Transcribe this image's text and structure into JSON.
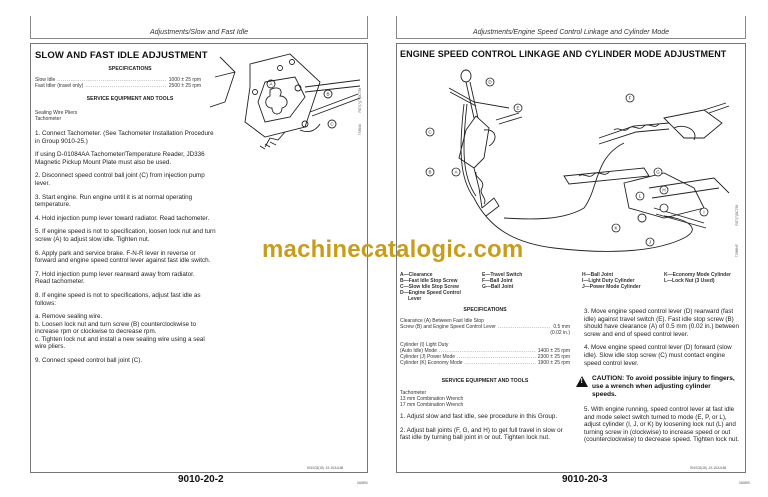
{
  "watermark": "machinecatalogic.com",
  "left_page": {
    "header": "Adjustments/Slow and Fast Idle",
    "title": "SLOW AND FAST IDLE ADJUSTMENT",
    "specifications_heading": "SPECIFICATIONS",
    "specifications": [
      {
        "label": "Slow Idle",
        "value": "1000 ± 25 rpm"
      },
      {
        "label": "Fast Idler (travel only)",
        "value": "2500 ± 25 rpm"
      }
    ],
    "tools_heading": "SERVICE EQUIPMENT AND TOOLS",
    "tools": [
      "Sealing Wire Pliers",
      "Tachometer"
    ],
    "steps": [
      "1. Connect Tachometer. (See Tachometer Installation Procedure in Group 9010-25.)",
      "If using D-01084AA Tachometer/Temperature Reader, JD336 Magnetic Pickup Mount Plate must also be used.",
      "2. Disconnect speed control ball joint (C) from injection pump lever.",
      "3. Start engine. Run engine until it is at normal operating temperature.",
      "4. Hold injection pump lever toward radiator. Read tachometer.",
      "5. If engine speed is not to specification, loosen lock nut and turn screw (A) to adjust slow idle. Tighten nut.",
      "6. Apply park and service brake. F-N-R lever in reverse or forward and engine speed control lever against fast idle switch.",
      "7. Hold injection pump lever rearward away from radiator.\nRead tachometer.",
      "8. If engine speed is not to specifications, adjust fast idle as follows:",
      "a. Remove sealing wire.\nb. Loosen lock nut and turn screw (B) counterclockwise to increase rpm or clockwise to decrease rpm.\nc. Tighten lock nut and install a new sealing wire using a seal wire pliers.",
      "9. Connect speed control ball joint (C)."
    ],
    "figure_labels": [
      "A",
      "B",
      "C"
    ],
    "figure_codes": [
      "RG7(7)(7)OC758",
      "TX8940"
    ],
    "footer_code": "9010-20-2",
    "footer_small": "9010C8(18)  -19-15JUL88",
    "corner_code": "040890"
  },
  "right_page": {
    "header": "Adjustments/Engine Speed Control Linkage and Cylinder Mode",
    "title": "ENGINE SPEED CONTROL LINKAGE AND CYLINDER MODE ADJUSTMENT",
    "figure_labels": [
      "A",
      "B",
      "C",
      "D",
      "E",
      "F",
      "G",
      "H",
      "I",
      "J",
      "K",
      "L"
    ],
    "figure_codes": [
      "RG7(7)OC758",
      "TX8894F"
    ],
    "legend": [
      [
        "A—Clearance",
        "B—Fast Idle Stop Screw",
        "C—Slow Idle Stop Screw",
        "D—Engine Speed Control",
        "    Lever"
      ],
      [
        "E—Travel Switch",
        "F—Ball Joint",
        "G—Ball Joint"
      ],
      [
        "H—Ball Joint",
        "I—Light Duty Cylinder",
        "J—Power Mode Cylinder"
      ],
      [
        "K—Economy Mode Cylinder",
        "L—Lock Nut (3 Used)"
      ]
    ],
    "specifications_heading": "SPECIFICATIONS",
    "spec_clearance": {
      "line1": "Clearance (A) Between Fast Idle Stop",
      "line2": "Screw (B) and Engine Speed Control Lever",
      "value": "0.5 mm",
      "value2": "(0.02 in.)"
    },
    "spec_cylinders_intro": "Cylinder (I) Light Duty",
    "spec_cylinders": [
      {
        "label": "(Auto Idle) Mode",
        "value": "1400 ± 25 rpm"
      },
      {
        "label": "Cylinder (J) Power Mode",
        "value": "2300 ± 25 rpm"
      },
      {
        "label": "Cylinder (K) Economy Mode",
        "value": "1900 ± 25 rpm"
      }
    ],
    "tools_heading": "SERVICE EQUIPMENT AND TOOLS",
    "tools": [
      "Tachometer",
      "13 mm Combination Wrench",
      "17 mm Combination Wrench"
    ],
    "steps_col1": [
      "1. Adjust slow and fast idle, see procedure in this Group.",
      "2. Adjust ball joints (F, G, and H) to get full travel in slow or fast idle by turning ball joint in or out. Tighten lock nut."
    ],
    "steps_col2": [
      "3. Move engine speed control lever (D) rearward (fast idle) against travel switch (E). Fast idle stop screw (B) should have clearance (A) of 0.5 mm (0.02 in.) between screw and end of speed control lever.",
      "4. Move engine speed control lever (D) forward (slow idle). Slow idle stop screw (C) must contact engine speed control lever."
    ],
    "caution": "CAUTION: To avoid possible injury to fingers, use a wrench when adjusting cylinder speeds.",
    "step5": "5. With engine running, speed control lever at fast idle and mode select switch turned to mode (E, P, or L), adjust cylinder (I, J, or K) by loosening lock nut (L) and turning screw in (clockwise) to increase speed or out (counterclockwise) to decrease speed. Tighten lock nut.",
    "footer_code": "9010-20-3",
    "footer_small": "9010C8(18)  -19-15JUL88",
    "corner_code": "040890"
  }
}
